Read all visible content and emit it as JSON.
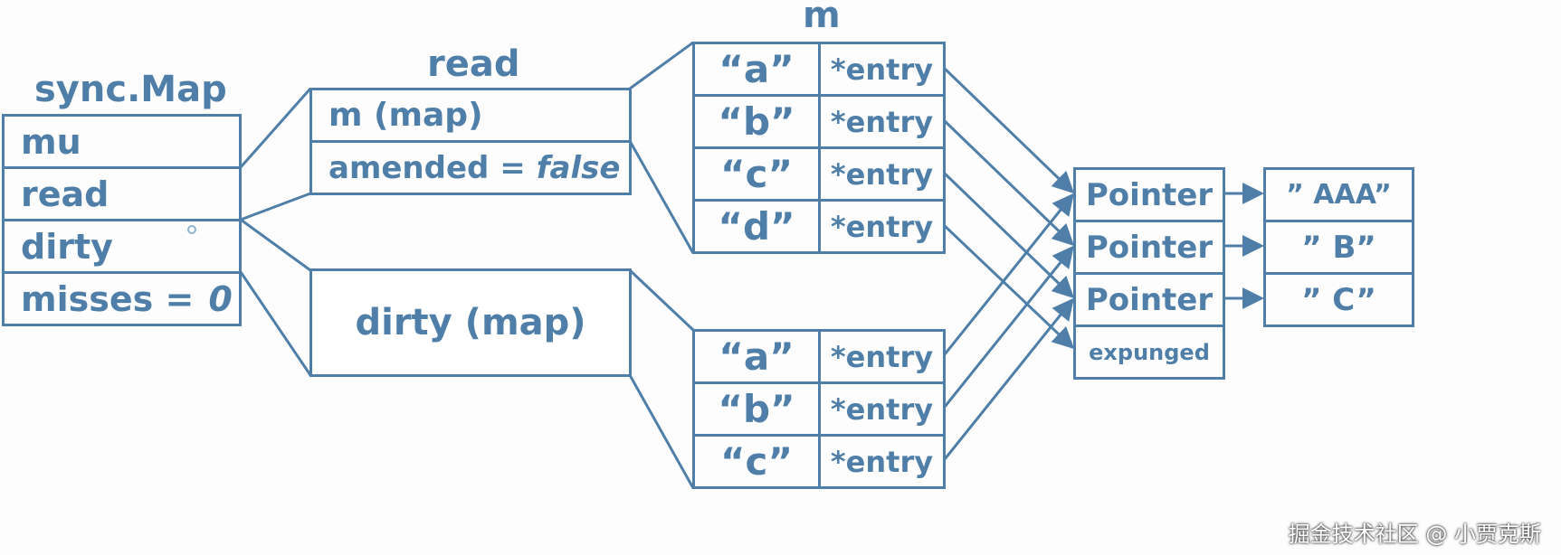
{
  "titles": {
    "sync_map": "sync.Map",
    "read": "read",
    "m": "m"
  },
  "sync_map_fields": {
    "mu": "mu",
    "read": "read",
    "dirty": "dirty",
    "misses_label": "misses =",
    "misses_value": "0"
  },
  "read_struct": {
    "m": "m  (map)",
    "amended_label": "amended  =",
    "amended_value": "false"
  },
  "dirty_struct": {
    "label": "dirty (map)"
  },
  "read_map": {
    "keys": [
      "“a”",
      "“b”",
      "“c”",
      "“d”"
    ],
    "entries": [
      "*entry",
      "*entry",
      "*entry",
      "*entry"
    ]
  },
  "dirty_map": {
    "keys": [
      "“a”",
      "“b”",
      "“c”"
    ],
    "entries": [
      "*entry",
      "*entry",
      "*entry"
    ]
  },
  "pointers": [
    "Pointer",
    "Pointer",
    "Pointer",
    "expunged"
  ],
  "values": [
    "” AAA”",
    "”  B”",
    "”  C”"
  ],
  "watermark": "掘金技术社区 @ 小贾克斯",
  "colors": {
    "stroke": "#4f7fa8",
    "text": "#4f7fa8"
  }
}
